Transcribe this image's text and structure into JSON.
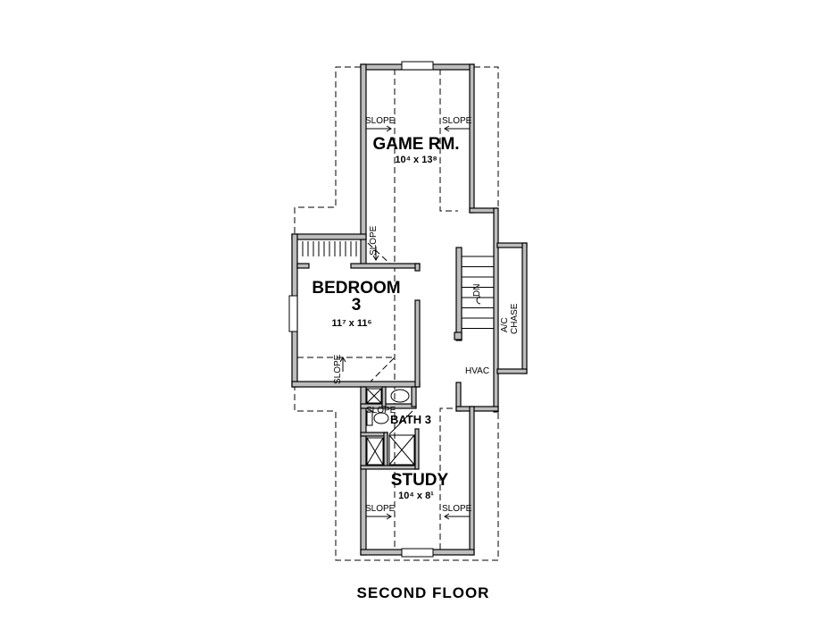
{
  "plan": {
    "title": "SECOND FLOOR",
    "rooms": {
      "game_room": {
        "name": "GAME RM.",
        "dims": "10⁴ x 13⁸"
      },
      "bedroom": {
        "name": "BEDROOM",
        "number": "3",
        "dims": "11⁷ x 11⁶"
      },
      "bath": {
        "name": "BATH 3"
      },
      "study": {
        "name": "STUDY",
        "dims": "10⁴ x 8¹"
      },
      "hvac": {
        "name": "HVAC"
      },
      "ac_chase": {
        "line1": "A/C",
        "line2": "CHASE"
      },
      "stairs": {
        "label": "DN"
      }
    },
    "slope_label": "SLOPE"
  }
}
